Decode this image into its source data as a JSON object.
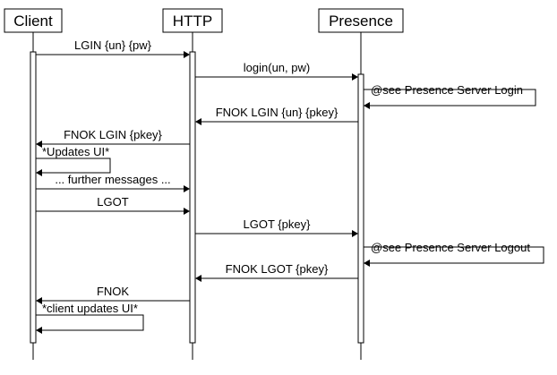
{
  "participants": [
    {
      "id": "client",
      "label": "Client"
    },
    {
      "id": "http",
      "label": "HTTP"
    },
    {
      "id": "presence",
      "label": "Presence"
    }
  ],
  "messages": [
    {
      "from": "client",
      "to": "http",
      "label": "LGIN {un} {pw}"
    },
    {
      "from": "http",
      "to": "presence",
      "label": "login(un, pw)"
    },
    {
      "from": "presence",
      "to": "presence",
      "label": "@see Presence Server Login"
    },
    {
      "from": "presence",
      "to": "http",
      "label": "FNOK LGIN {un} {pkey}"
    },
    {
      "from": "http",
      "to": "client",
      "label": "FNOK LGIN {pkey}"
    },
    {
      "from": "client",
      "to": "client",
      "label": "*Updates UI*"
    },
    {
      "from": "client",
      "to": "http",
      "label": "... further messages ..."
    },
    {
      "from": "client",
      "to": "http",
      "label": "LGOT"
    },
    {
      "from": "http",
      "to": "presence",
      "label": "LGOT {pkey}"
    },
    {
      "from": "presence",
      "to": "presence",
      "label": "@see Presence Server Logout"
    },
    {
      "from": "presence",
      "to": "http",
      "label": "FNOK LGOT {pkey}"
    },
    {
      "from": "http",
      "to": "client",
      "label": "FNOK"
    },
    {
      "from": "client",
      "to": "client",
      "label": "*client updates UI*"
    }
  ]
}
